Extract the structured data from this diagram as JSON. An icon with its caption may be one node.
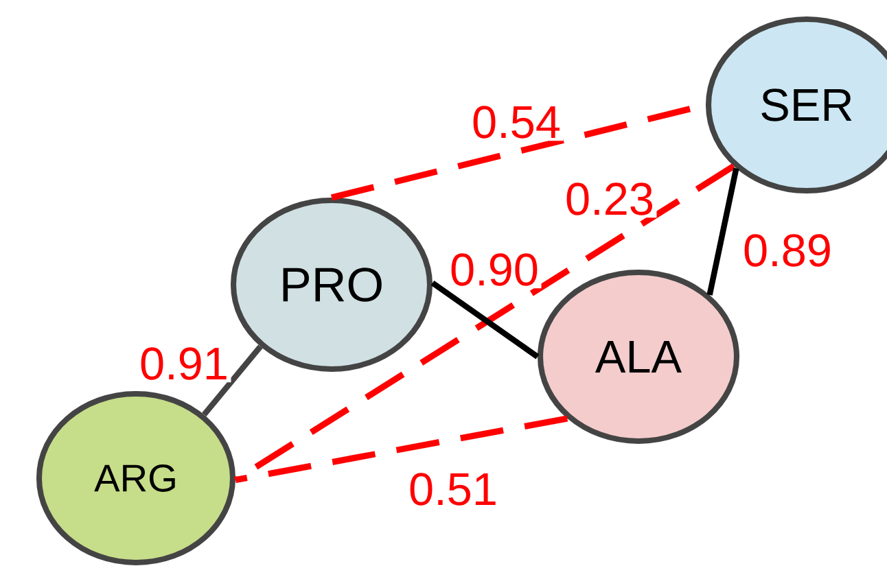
{
  "diagram": {
    "nodes": [
      {
        "text": [
          "SER"
        ]
      },
      {
        "text": [
          "PRO"
        ]
      },
      {
        "text": [
          "ALA"
        ]
      },
      {
        "text": [
          "ARG"
        ]
      }
    ],
    "edges": [
      {
        "from": 1,
        "to": 0,
        "arrow": "none",
        "label": "0.54",
        "style": "dashed",
        "color": "#ff0000"
      },
      {
        "from": 0,
        "to": 3,
        "arrow": "none",
        "label": "0.23",
        "style": "dashed",
        "color": "#ff0000"
      },
      {
        "from": 1,
        "to": 2,
        "arrow": "none",
        "label": "0.90",
        "color": "#000000"
      },
      {
        "from": 0,
        "to": 2,
        "arrow": "none",
        "label": "0.89",
        "color": "#000000"
      },
      {
        "from": 1,
        "to": 3,
        "arrow": "none",
        "label": "0.91",
        "color": "#444444"
      },
      {
        "from": 2,
        "to": 3,
        "arrow": "none",
        "label": "0.51",
        "style": "dashed",
        "color": "#ff0000"
      }
    ]
  }
}
